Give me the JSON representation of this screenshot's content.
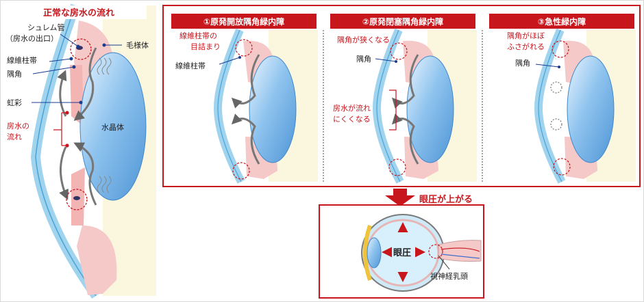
{
  "normal": {
    "title": "正常な房水の流れ",
    "schlemm_1": "シュレム管",
    "schlemm_2": "（房水の出口）",
    "ciliary": "毛様体",
    "trabecular": "線維柱帯",
    "angle": "隅角",
    "iris": "虹彩",
    "lens": "水晶体",
    "flow_1": "房水の",
    "flow_2": "流れ"
  },
  "panels": [
    {
      "title": "①原発開放隅角緑内障",
      "note_1": "線維柱帯の",
      "note_2": "目詰まり",
      "label": "線維柱帯"
    },
    {
      "title": "②原発閉塞隅角緑内障",
      "note_1": "隅角が狭くなる",
      "label": "隅角",
      "note2_1": "房水が流れ",
      "note2_2": "にくくなる"
    },
    {
      "title": "③急性緑内障",
      "note_1": "隅角がほぼ",
      "note_2": "ふさがれる",
      "label": "隅角"
    }
  ],
  "result": {
    "headline": "眼圧が上がる",
    "pressure": "眼圧",
    "nerve": "視神経乳頭"
  },
  "colors": {
    "accent": "#c8161d",
    "lens": "#8ec3ee",
    "cornea": "#bfe3f6",
    "tissue": "#f6c9c9",
    "bg": "#fbf7df"
  }
}
